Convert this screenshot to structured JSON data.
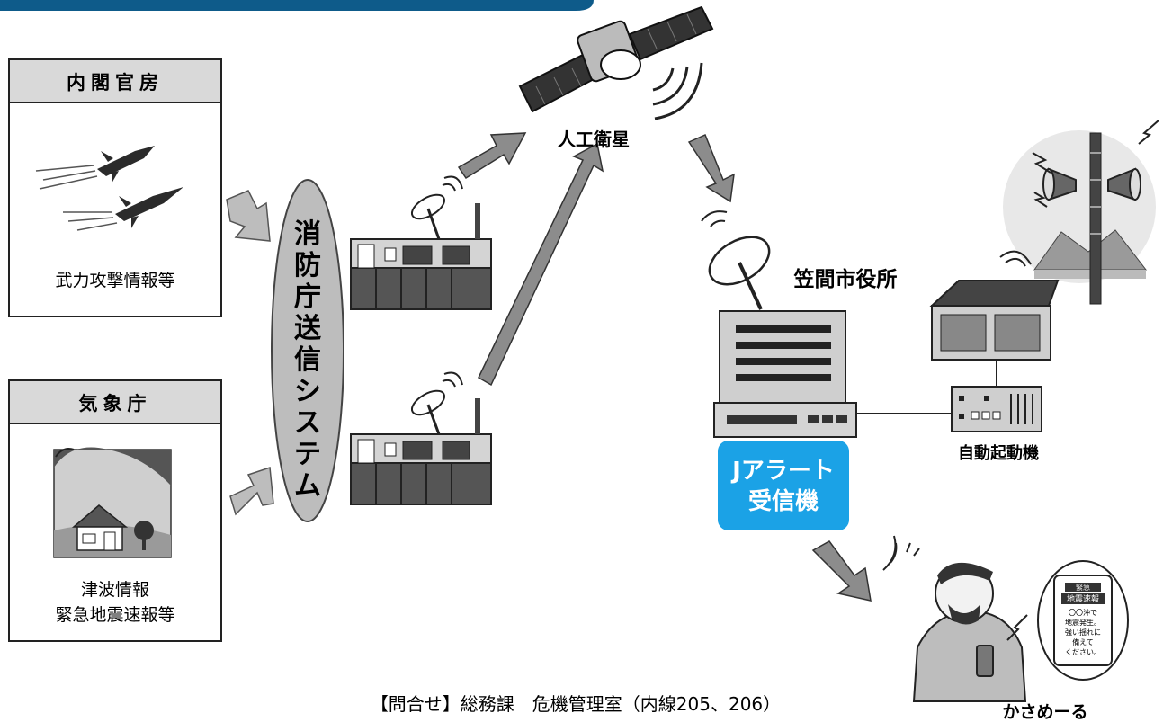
{
  "sources": {
    "cabinet": {
      "header": "内閣官房",
      "caption": "武力攻撃情報等"
    },
    "jma": {
      "header": "気象庁",
      "caption_lines": [
        "津波情報",
        "緊急地震速報等"
      ]
    }
  },
  "fdma_system": {
    "label_chars": [
      "消",
      "防",
      "庁",
      "送",
      "信",
      "シ",
      "ス",
      "テ",
      "ム"
    ]
  },
  "satellite": {
    "label": "人工衛星"
  },
  "city_office": {
    "label": "笠間市役所"
  },
  "jalert_receiver": {
    "label_lines": [
      "Jアラート",
      "受信機"
    ],
    "accent": "#1ba2e6"
  },
  "auto_starter": {
    "label": "自動起動機"
  },
  "kasame_mail": {
    "label": "かさめーる",
    "phone_text_lines": [
      "緊急",
      "地震速報",
      "〇〇沖で",
      "地震発生。",
      "強い揺れに",
      "備えて",
      "ください。"
    ]
  },
  "contact": {
    "text": "【問合せ】総務課　危機管理室（内線205、206）"
  },
  "colors": {
    "top_band": "#0e5b8a",
    "header_fill": "#d9d9d9",
    "arrow_fill": "#8c8c8c",
    "ellipse_fill": "#bdbdbd",
    "line_dark": "#1a1a1a"
  }
}
